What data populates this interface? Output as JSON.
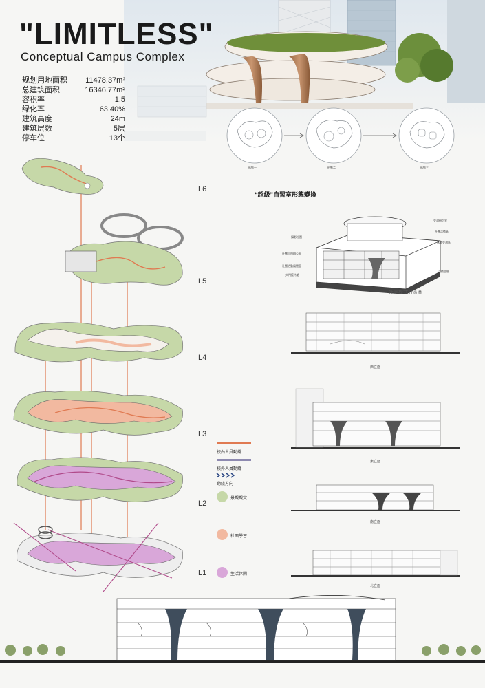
{
  "header": {
    "title": "\"LIMITLESS\"",
    "subtitle": "Conceptual Campus Complex"
  },
  "stats": [
    {
      "label": "规划用地面积",
      "value": "11478.37m²"
    },
    {
      "label": "总建筑面积",
      "value": "16346.77m²"
    },
    {
      "label": "容积率",
      "value": "1.5"
    },
    {
      "label": "绿化率",
      "value": "63.40%"
    },
    {
      "label": "建筑高度",
      "value": "24m"
    },
    {
      "label": "建筑层数",
      "value": "5层"
    },
    {
      "label": "停车位",
      "value": "13个"
    }
  ],
  "form_change": {
    "title": "“超級”自習室形態變換",
    "circles": [
      "形態一",
      "形態二",
      "形態三"
    ]
  },
  "levels": [
    "L6",
    "L5",
    "L4",
    "L3",
    "L2",
    "L1"
  ],
  "legend": {
    "routes": [
      {
        "label": "校內人員動綫",
        "color": "#e07a52"
      },
      {
        "label": "校外人員動綫",
        "color": "#8e8ab0"
      },
      {
        "label": "動綫方向",
        "color": "#2e4a86"
      }
    ],
    "zones": [
      {
        "label": "景觀觀賞",
        "color": "#c6d8a8"
      },
      {
        "label": "社團學習",
        "color": "#f2b9a0"
      },
      {
        "label": "生活休閑",
        "color": "#d9a7d9"
      }
    ]
  },
  "cutaway": {
    "caption": "社團模式分區圖",
    "labels": [
      "攝影社團",
      "社團自由辦公室",
      "社團活動展覽室",
      "大門接待處",
      "交流研討室",
      "社團活動區",
      "休閑交流區",
      "活動空間"
    ]
  },
  "elevations": [
    "西立面",
    "東立面",
    "南立面",
    "北立面"
  ],
  "colors": {
    "route_in": "#e07a52",
    "route_out": "#8e8ab0",
    "green": "#c6d8a8",
    "peach": "#f2b9a0",
    "pink": "#d9a7d9",
    "line": "#555555"
  }
}
